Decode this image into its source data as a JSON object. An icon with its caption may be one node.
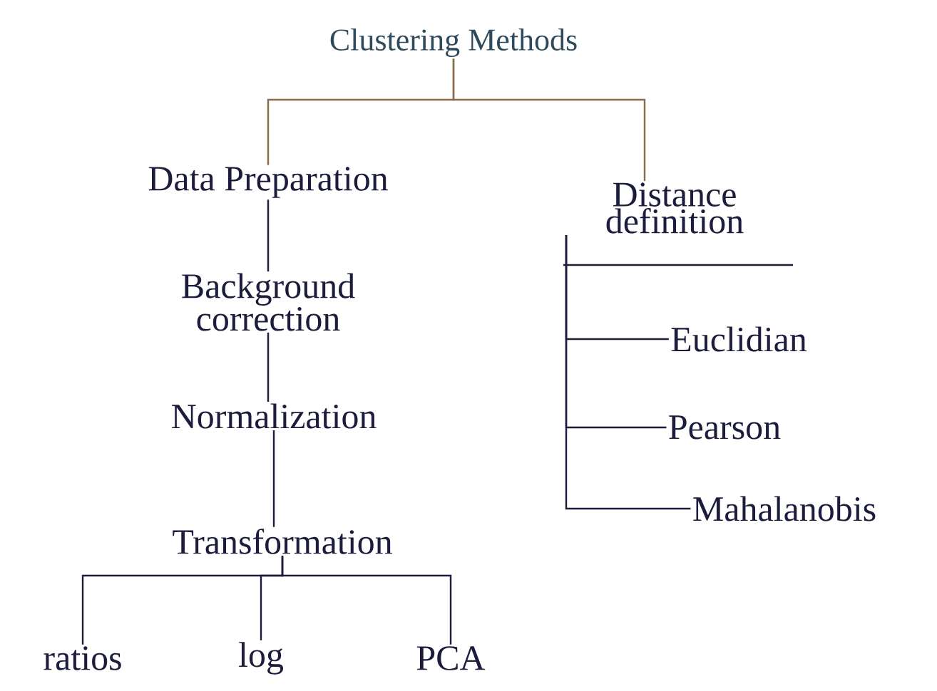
{
  "diagram": {
    "nodes": [
      {
        "text": [
          "Clustering Methods"
        ]
      },
      {
        "text": [
          "Data Preparation"
        ]
      },
      {
        "text": [
          "Distance definition"
        ]
      },
      {
        "text": [
          "Background correction"
        ]
      },
      {
        "text": [
          "Normalization"
        ]
      },
      {
        "text": [
          "Transformation"
        ]
      },
      {
        "text": [
          "ratios"
        ]
      },
      {
        "text": [
          "log"
        ]
      },
      {
        "text": [
          "PCA"
        ]
      },
      {
        "text": [
          "Euclidian"
        ]
      },
      {
        "text": [
          "Pearson"
        ]
      },
      {
        "text": [
          "Mahalanobis"
        ]
      }
    ],
    "edges": [
      {
        "from": 0,
        "to": 1,
        "arrow": "none",
        "color": "#8a6a4a"
      },
      {
        "from": 0,
        "to": 2,
        "arrow": "none",
        "color": "#8a6a4a"
      },
      {
        "from": 1,
        "to": 3,
        "arrow": "none"
      },
      {
        "from": 3,
        "to": 4,
        "arrow": "none"
      },
      {
        "from": 4,
        "to": 5,
        "arrow": "none"
      },
      {
        "from": 5,
        "to": 6,
        "arrow": "none"
      },
      {
        "from": 5,
        "to": 7,
        "arrow": "none"
      },
      {
        "from": 5,
        "to": 8,
        "arrow": "none"
      },
      {
        "from": 2,
        "to": 9,
        "arrow": "none"
      },
      {
        "from": 2,
        "to": 10,
        "arrow": "none"
      },
      {
        "from": 2,
        "to": 11,
        "arrow": "none"
      }
    ]
  }
}
